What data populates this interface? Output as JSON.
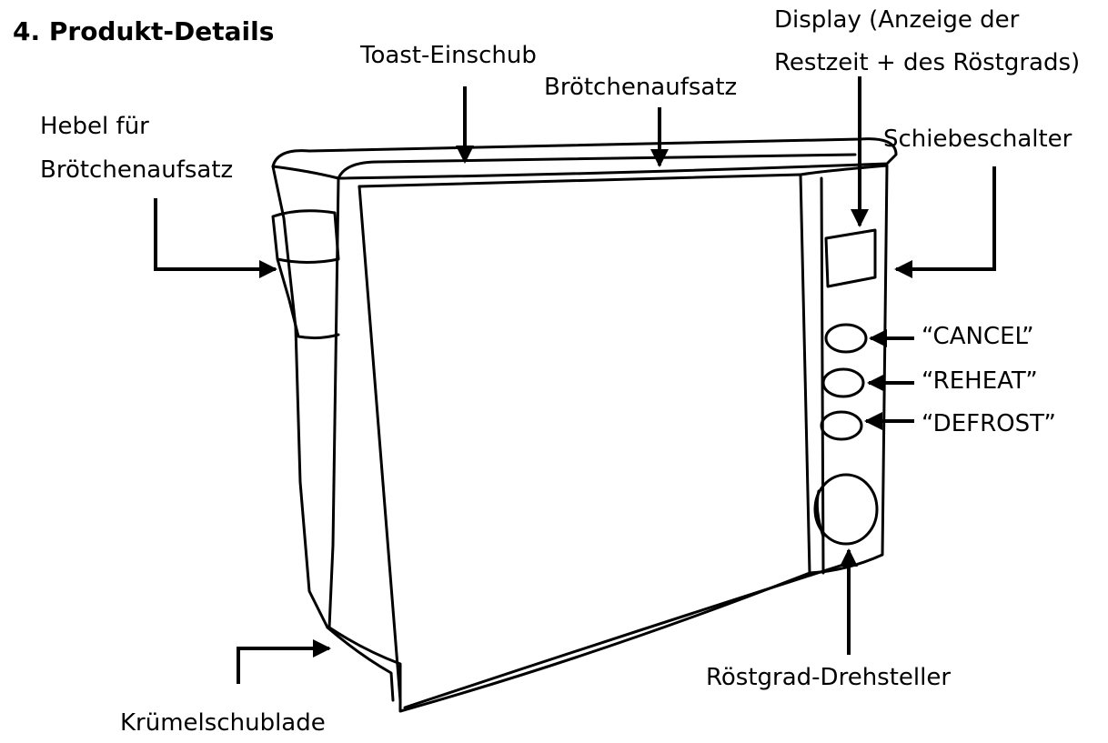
{
  "title": "4. Produkt-Details",
  "labels": {
    "toast_slot": "Toast-Einschub",
    "bun_rack": "Brötchenaufsatz",
    "display_line1": "Display (Anzeige der",
    "display_line2": "Restzeit + des Röstgrads)",
    "lever_line1": "Hebel für",
    "lever_line2": "Brötchenaufsatz",
    "slide_switch": "Schiebeschalter",
    "cancel": "“CANCEL”",
    "reheat": "“REHEAT”",
    "defrost": "“DEFROST”",
    "browning_dial": "Röstgrad-Drehsteller",
    "crumb_tray": "Krümelschublade"
  }
}
